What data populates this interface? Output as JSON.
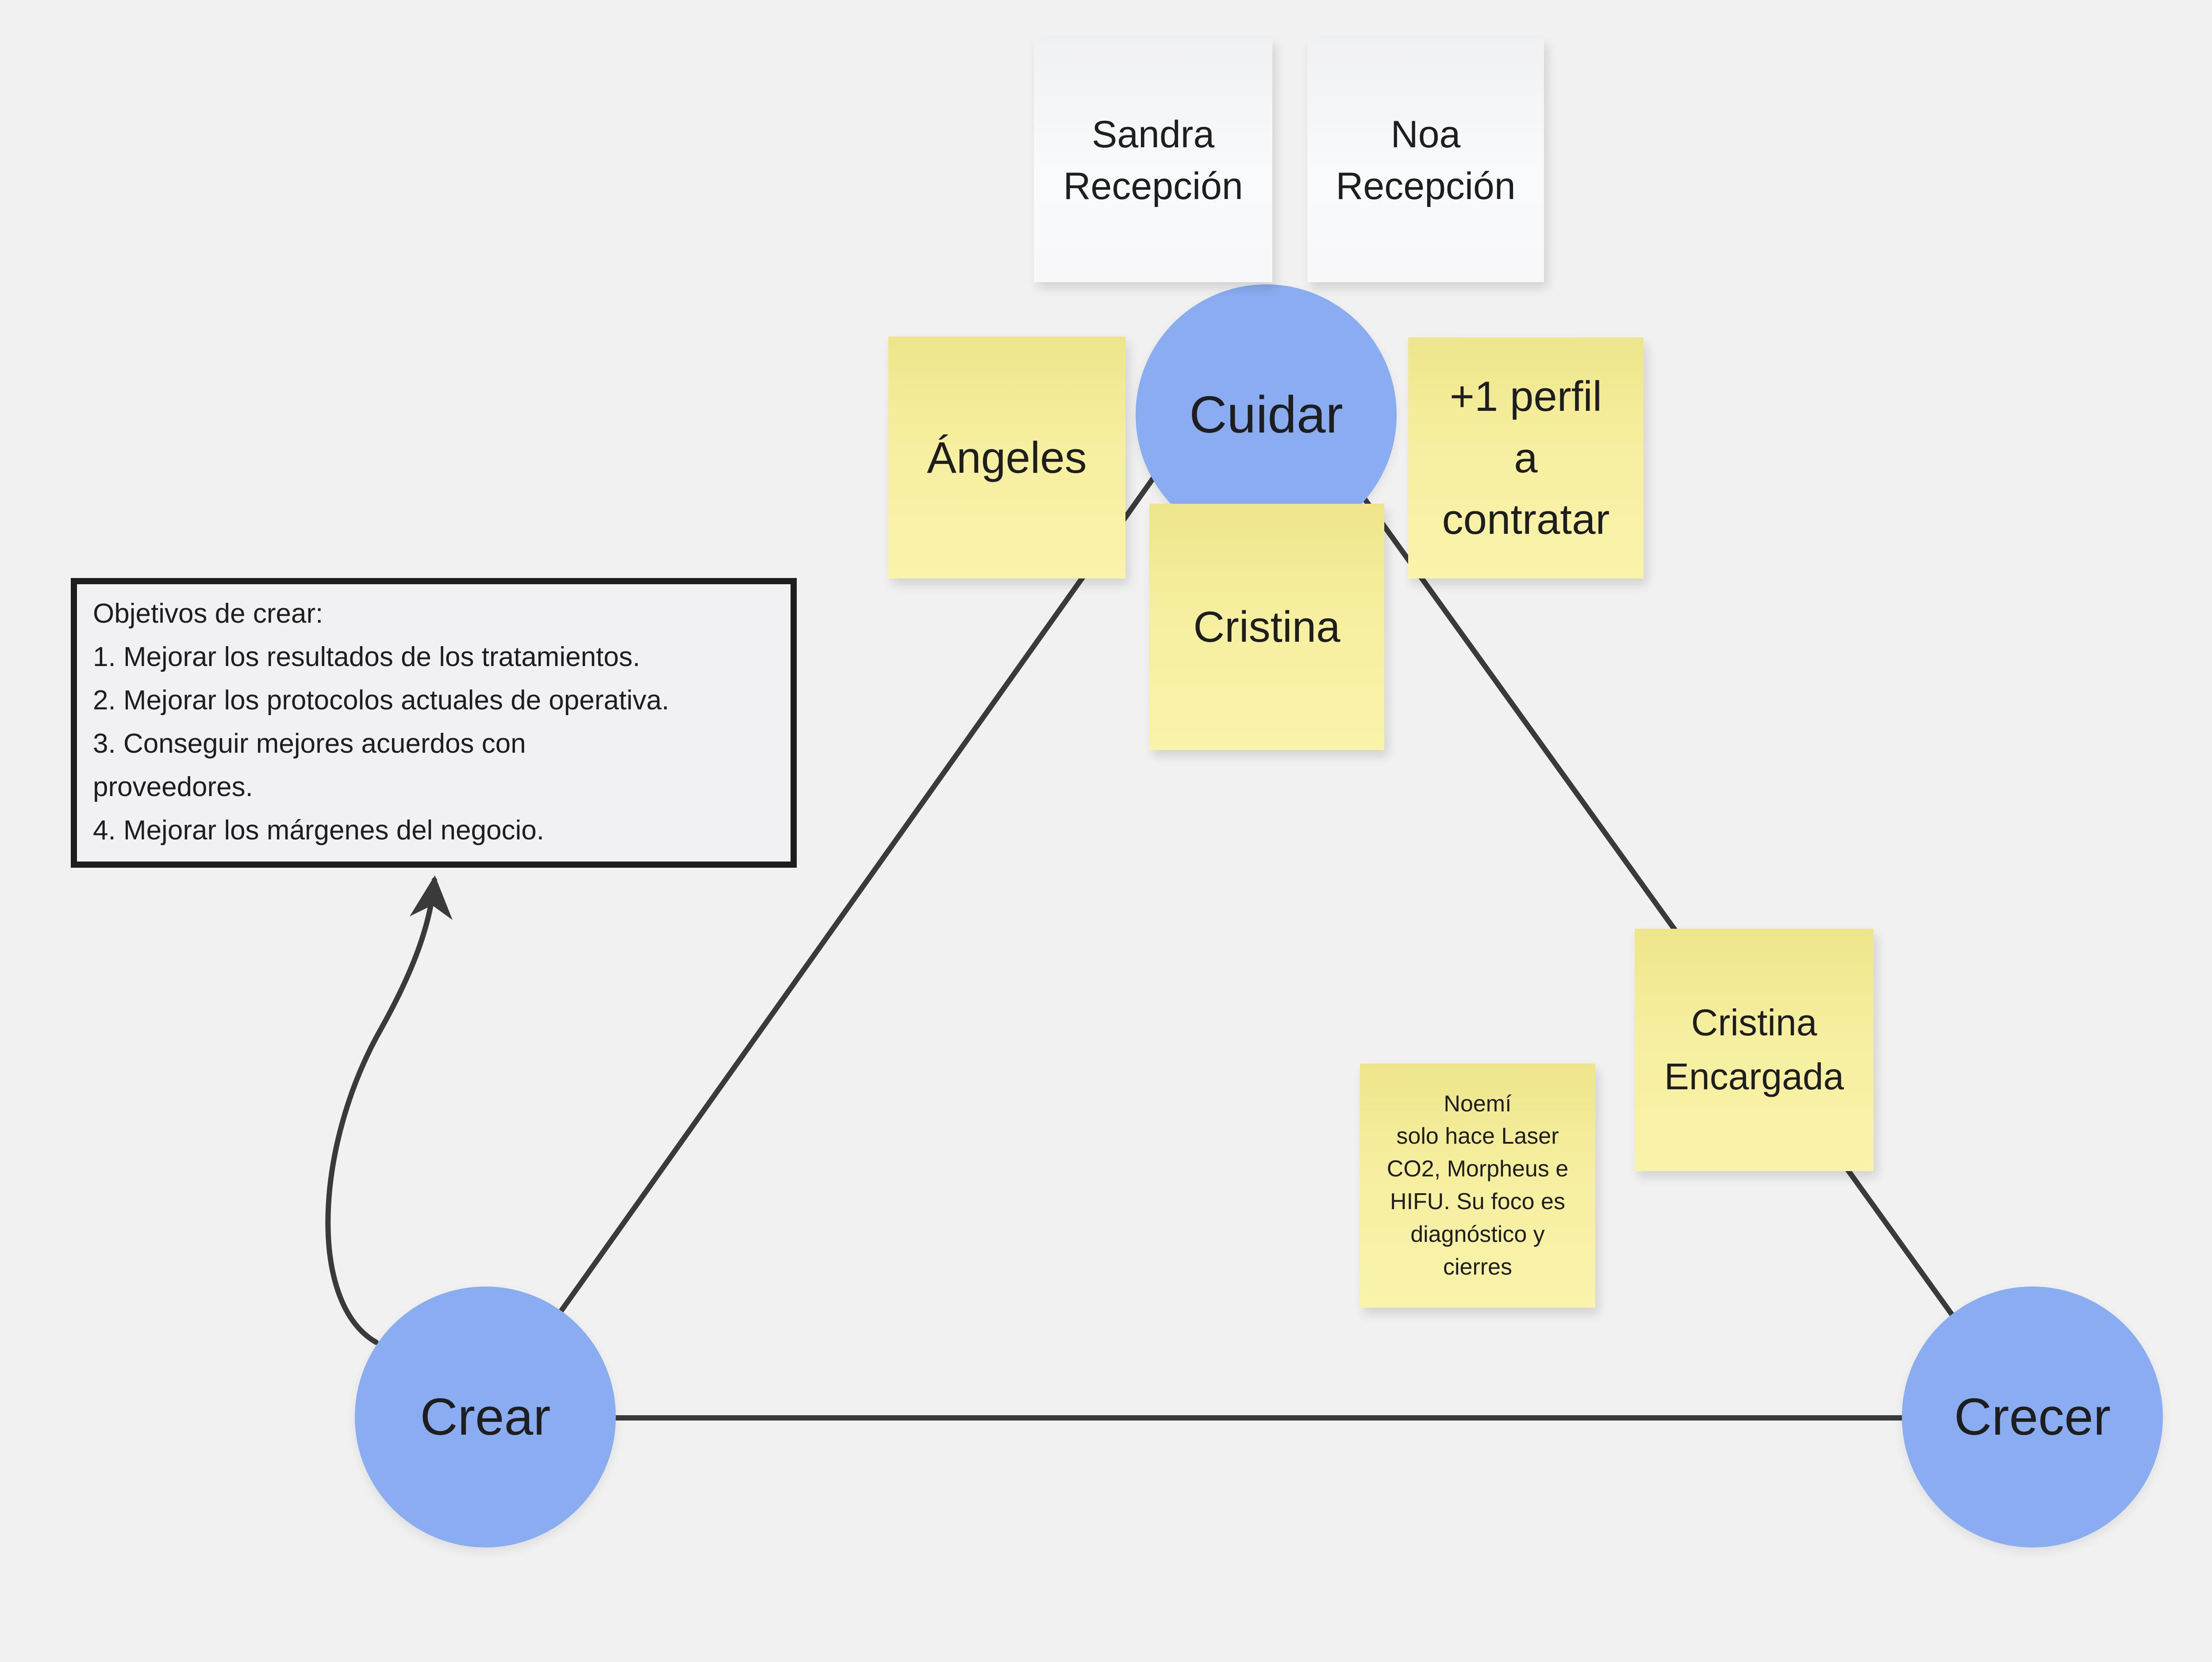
{
  "colors": {
    "background": "#f1f1f2",
    "circle_fill": "#89adf0",
    "sticky_yellow": "#f6ef9f",
    "sticky_white": "#f8f9fa",
    "connector": "#3a3a3a",
    "box_border": "#1d1d1d",
    "text": "#1e1e1e"
  },
  "circles": {
    "cuidar": {
      "label": "Cuidar"
    },
    "crear": {
      "label": "Crear"
    },
    "crecer": {
      "label": "Crecer"
    }
  },
  "notes": {
    "sandra": {
      "lines": [
        "Sandra",
        "Recepción"
      ]
    },
    "noa": {
      "lines": [
        "Noa",
        "Recepción"
      ]
    },
    "angeles": {
      "lines": [
        "Ángeles"
      ]
    },
    "perfil_extra": {
      "lines": [
        "+1 perfil",
        "a",
        "contratar"
      ]
    },
    "cristina": {
      "lines": [
        "Cristina"
      ]
    },
    "cristina_encargada": {
      "lines": [
        "Cristina",
        "Encargada"
      ]
    },
    "noemi": {
      "lines": [
        "Noemí",
        "solo hace Laser",
        "CO2, Morpheus e",
        "HIFU. Su foco es",
        "diagnóstico y",
        "cierres"
      ]
    }
  },
  "objectives_box": {
    "lines": [
      "Objetivos de crear:",
      "1. Mejorar los resultados de los tratamientos.",
      "2. Mejorar los protocolos actuales de operativa.",
      "3. Conseguir mejores acuerdos con",
      "proveedores.",
      "4. Mejorar los márgenes del negocio."
    ]
  }
}
